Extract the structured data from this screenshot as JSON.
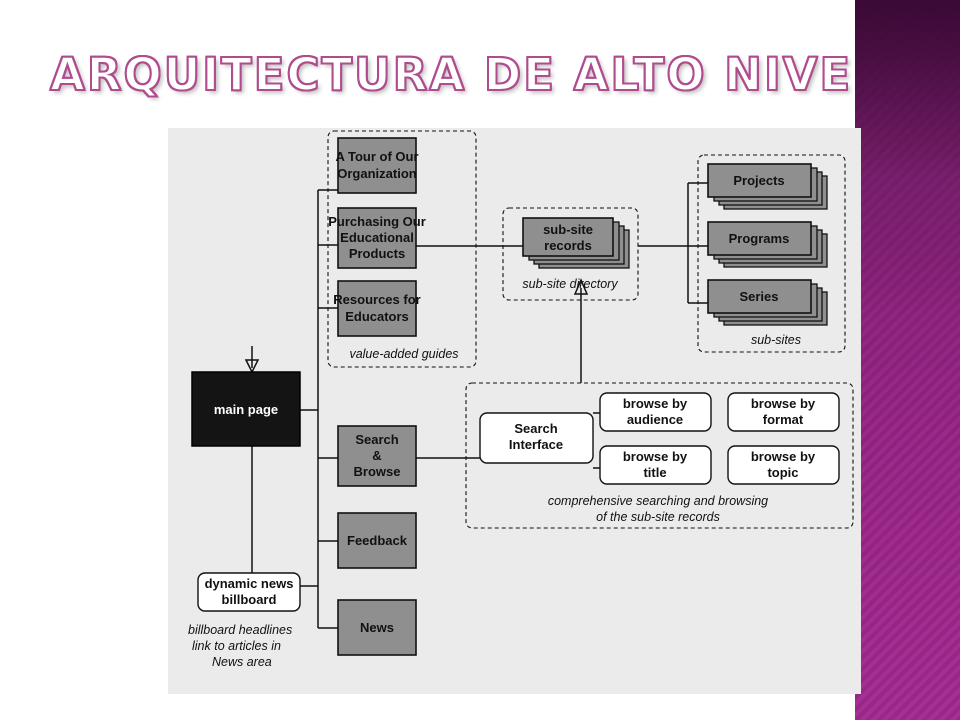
{
  "slide": {
    "title": "ARQUITECTURA DE ALTO NIVEL"
  },
  "diagram": {
    "nodes": {
      "main_page": "main page",
      "tour": [
        "A Tour of Our",
        "Organization"
      ],
      "purchasing": [
        "Purchasing Our",
        "Educational",
        "Products"
      ],
      "resources": [
        "Resources for",
        "Educators"
      ],
      "search_browse": [
        "Search",
        "&",
        "Browse"
      ],
      "feedback": "Feedback",
      "news": "News",
      "dynamic_news": [
        "dynamic news",
        "billboard"
      ],
      "subsite_records": [
        "sub-site",
        "records"
      ],
      "projects": "Projects",
      "programs": "Programs",
      "series": "Series",
      "search_interface": [
        "Search",
        "Interface"
      ],
      "browse_audience": [
        "browse by",
        "audience"
      ],
      "browse_format": [
        "browse by",
        "format"
      ],
      "browse_title": [
        "browse by",
        "title"
      ],
      "browse_topic": [
        "browse by",
        "topic"
      ]
    },
    "groups": {
      "value_added_guides": "value-added guides",
      "subsite_directory": "sub-site directory",
      "subsites": "sub-sites",
      "comprehensive": [
        "comprehensive searching and browsing",
        "of the sub-site records"
      ]
    },
    "annotations": {
      "billboard_note": [
        "billboard headlines",
        "link to articles in",
        "News area"
      ]
    }
  }
}
